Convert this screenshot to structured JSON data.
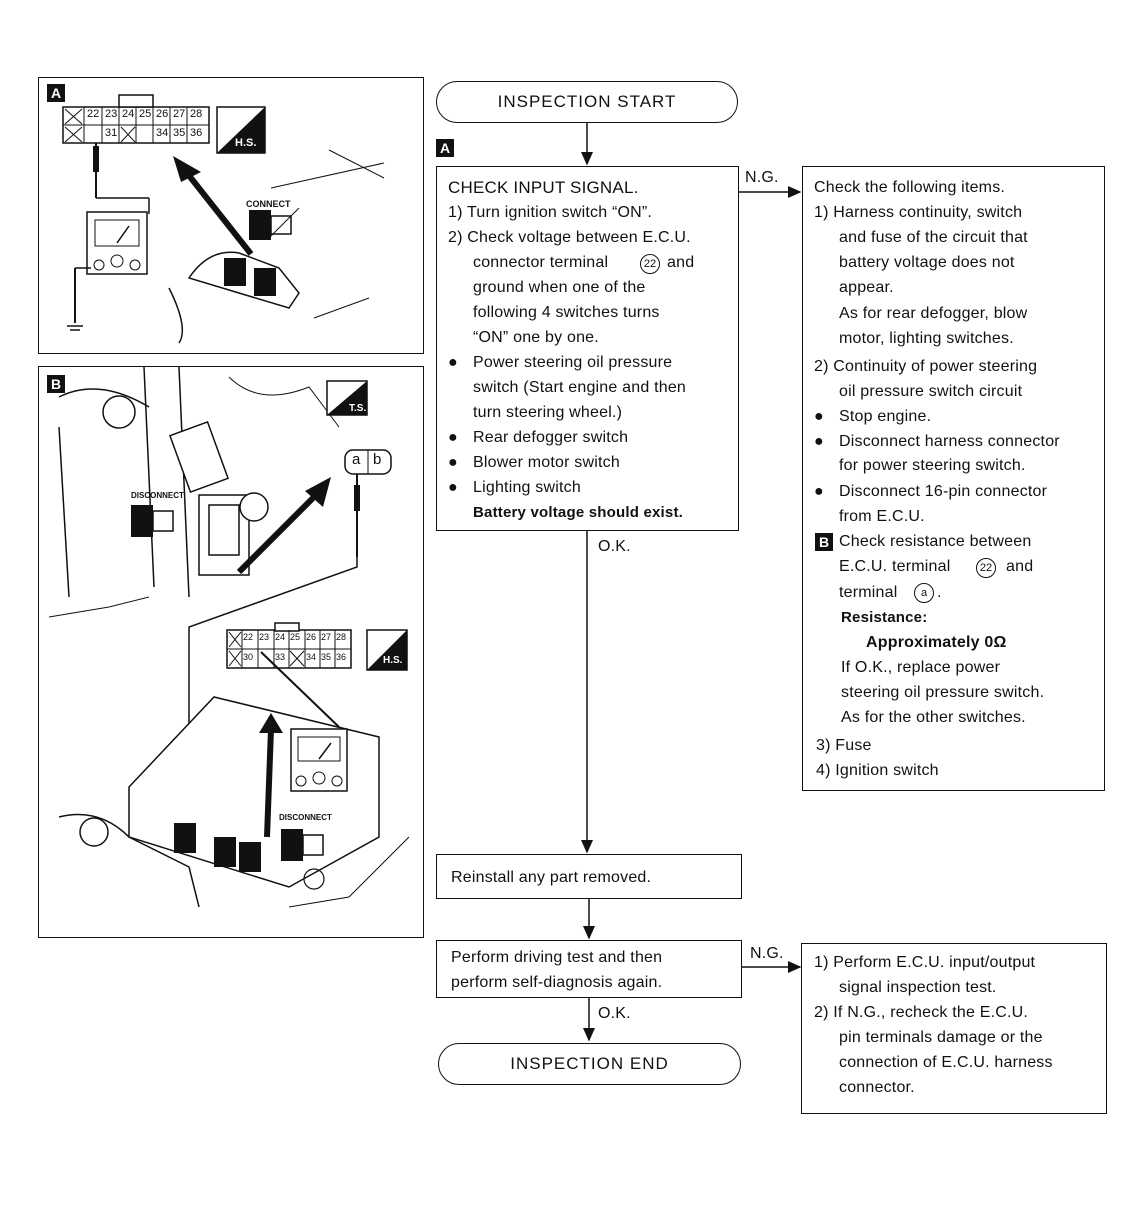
{
  "panel_a": {
    "tag": "A",
    "upper_pins": [
      "22",
      "23",
      "24",
      "25",
      "26",
      "27",
      "28"
    ],
    "lower_pins": [
      "31",
      "34",
      "35",
      "36"
    ],
    "badge": "H.S.",
    "action": "CONNECT"
  },
  "panel_b": {
    "tag": "B",
    "badge_top": "T.S.",
    "connector_terms": [
      "a",
      "b"
    ],
    "action1": "DISCONNECT",
    "action2": "DISCONNECT",
    "upper_pins": [
      "22",
      "23",
      "24",
      "25",
      "26",
      "27",
      "28"
    ],
    "lower_pins": [
      "30",
      "33",
      "34",
      "35",
      "36"
    ],
    "badge": "H.S."
  },
  "flow": {
    "start": "INSPECTION START",
    "tag_a": "A",
    "ng1": "N.G.",
    "ok1": "O.K.",
    "check_box": {
      "title": "CHECK INPUT SIGNAL.",
      "s1": "1)  Turn ignition switch “ON”.",
      "s2a": "2)  Check voltage between E.C.U.",
      "s2b": "connector terminal",
      "s2b_term": "22",
      "s2b_end": "and",
      "s2c": "ground when one of the",
      "s2d": "following 4 switches turns",
      "s2e": "“ON” one by one.",
      "b1a": "Power steering oil pressure",
      "b1b": "switch (Start engine and then",
      "b1c": "turn steering wheel.)",
      "b2": "Rear defogger switch",
      "b3": "Blower motor switch",
      "b4": "Lighting switch",
      "result": "Battery voltage should exist."
    },
    "ng_box": {
      "title": "Check the following items.",
      "i1a": "1)  Harness continuity, switch",
      "i1b": "and fuse of the circuit that",
      "i1c": "battery voltage does not",
      "i1d": "appear.",
      "i1e": "As for rear defogger, blow",
      "i1f": "motor, lighting switches.",
      "i2a": "2)  Continuity of power steering",
      "i2b": "oil pressure switch circuit",
      "b1": "Stop engine.",
      "b2a": "Disconnect harness connector",
      "b2b": "for power steering switch.",
      "b3a": "Disconnect 16-pin connector",
      "b3b": "from E.C.U.",
      "tag_b": "B",
      "c1": "Check resistance between",
      "c2": "E.C.U. terminal",
      "c2_term": "22",
      "c2_end": "and",
      "c3": "terminal",
      "c3_term": "a",
      "c3_end": ".",
      "res_label": "Resistance:",
      "res_value": "Approximately 0Ω",
      "r1": "If O.K., replace power",
      "r2": "steering oil pressure switch.",
      "r3": "As for the other switches.",
      "i3": "3)  Fuse",
      "i4": "4)  Ignition switch"
    },
    "reinstall": "Reinstall any part removed.",
    "drive1": "Perform driving test and then",
    "drive2": "perform self-diagnosis again.",
    "ng2": "N.G.",
    "ok2": "O.K.",
    "end": "INSPECTION  END",
    "final_box": {
      "l1": "1)  Perform E.C.U. input/output",
      "l2": "signal inspection test.",
      "l3": "2)  If N.G., recheck the E.C.U.",
      "l4": "pin terminals damage or the",
      "l5": "connection of E.C.U. harness",
      "l6": "connector."
    }
  }
}
